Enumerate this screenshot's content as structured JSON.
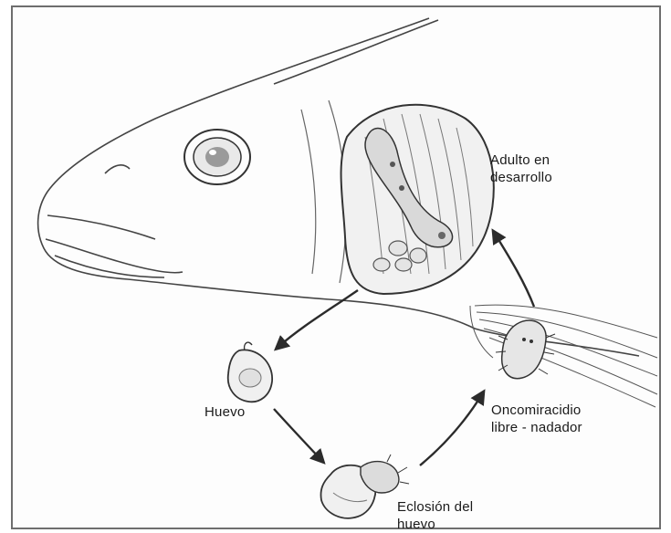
{
  "diagram": {
    "labels": {
      "adult": [
        "Adulto en",
        "desarrollo"
      ],
      "egg": [
        "Huevo"
      ],
      "oncomiracidium": [
        "Oncomiracidio",
        "libre - nadador"
      ],
      "hatching": [
        "Eclosión del",
        "huevo"
      ]
    },
    "colors": {
      "ink": "#2b2b2b",
      "line": "#555555",
      "background": "#ffffff",
      "frame": "#6e6e6e"
    }
  }
}
